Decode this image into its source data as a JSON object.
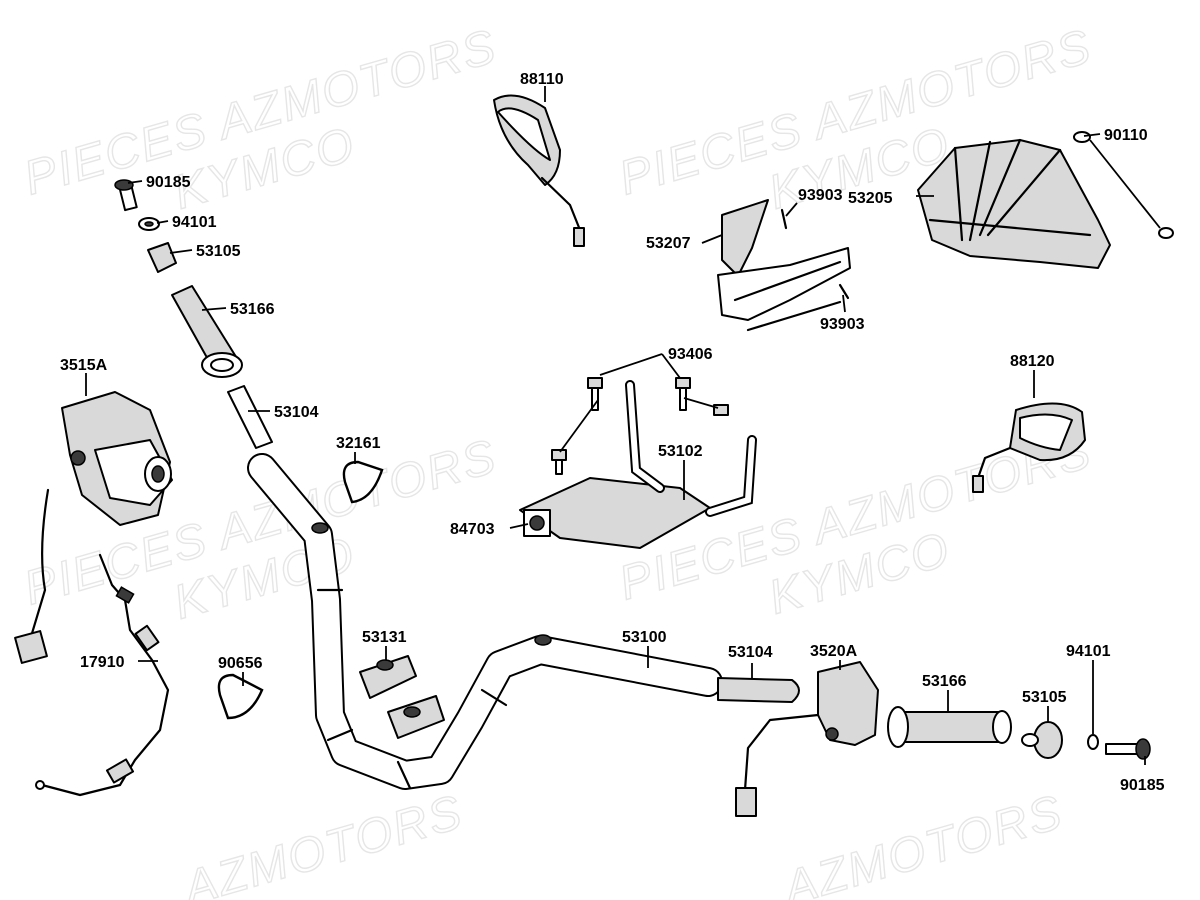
{
  "watermarks": [
    {
      "line1": "PIECES AZMOTORS",
      "line2": "KYMCO"
    },
    {
      "line1": "PIECES AZMOTORS",
      "line2": "KYMCO"
    },
    {
      "line1": "PIECES AZMOTORS",
      "line2": "KYMCO"
    },
    {
      "line1": "PIECES AZMOTORS",
      "line2": "KYMCO"
    },
    {
      "line1": "AZMOTORS"
    },
    {
      "line1": "AZMOTORS"
    }
  ],
  "labels": {
    "p88110": "88110",
    "p90110": "90110",
    "p90185_top": "90185",
    "p94101_top": "94101",
    "p53105_top": "53105",
    "p53166_top": "53166",
    "p93903_top": "93903",
    "p53205": "53205",
    "p53207": "53207",
    "p93903_bot": "93903",
    "p3515A": "3515A",
    "p93406": "93406",
    "p88120": "88120",
    "p53104_top": "53104",
    "p32161": "32161",
    "p53102": "53102",
    "p84703": "84703",
    "p53131": "53131",
    "p53100": "53100",
    "p53104_bot": "53104",
    "p3520A": "3520A",
    "p94101_bot": "94101",
    "p17910": "17910",
    "p90656": "90656",
    "p53166_bot": "53166",
    "p53105_bot": "53105",
    "p90185_bot": "90185"
  }
}
